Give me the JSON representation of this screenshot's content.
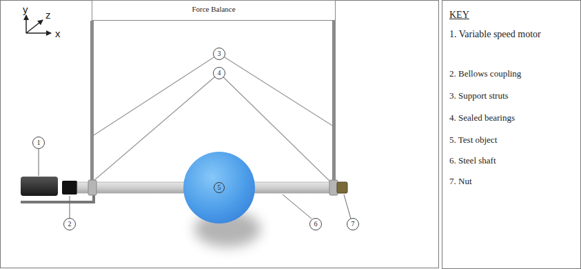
{
  "diagram": {
    "nodes": [
      {
        "text": [
          "Force Balance"
        ]
      },
      {
        "text": [
          "3"
        ]
      },
      {
        "text": [
          "4"
        ]
      },
      {
        "text": [
          "1"
        ]
      },
      {
        "text": [
          "5"
        ]
      },
      {
        "text": [
          "2"
        ]
      },
      {
        "text": [
          "6"
        ]
      },
      {
        "text": [
          "7"
        ]
      },
      {
        "text": [
          "KEY",
          "1. Variable speed motor",
          "2. Bellows coupling",
          "3. Support struts",
          "4. Sealed bearings",
          "5. Test object",
          "6. Steel shaft",
          "7. Nut"
        ]
      }
    ],
    "labels": [
      "y",
      "z",
      "x"
    ]
  }
}
